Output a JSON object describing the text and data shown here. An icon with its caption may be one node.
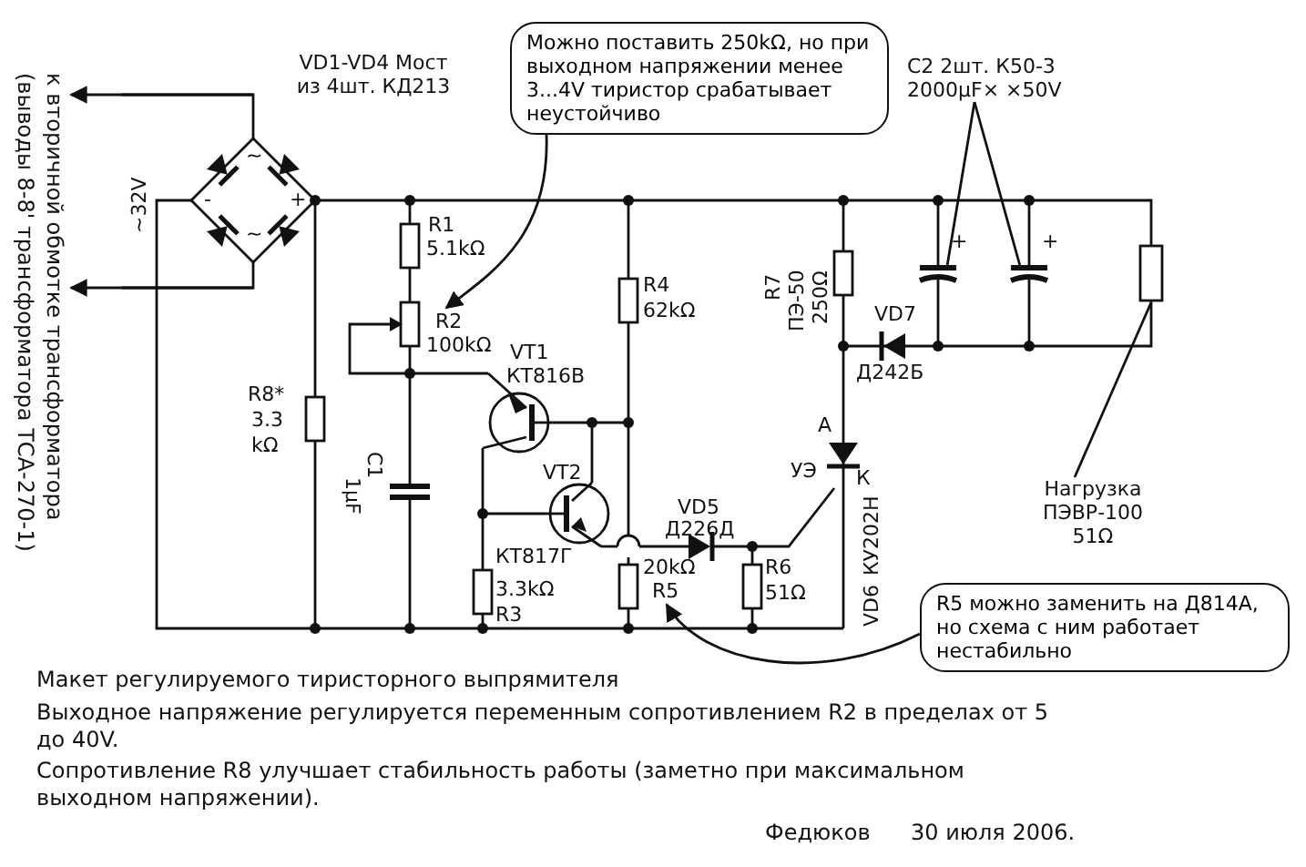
{
  "diagram": {
    "title": "Макет регулируемого тиристорного выпрямителя",
    "nodes": [
      {
        "text": [
          "к вторичной обмотке трансформатора (выводы 8-8' трансформатора ТСА-270-1)"
        ]
      },
      {
        "text": [
          "Можно поставить 250kΩ, но при выходном напряжении менее 3...4V тиристор срабатывает неустойчиво"
        ]
      },
      {
        "text": [
          "C2 2шт. К50-3 2000μF× ×50V"
        ]
      },
      {
        "text": [
          "Нагрузка ПЭВР-100 51Ω"
        ]
      },
      {
        "text": [
          "R5 можно заменить на Д814А, но схема с ним работает нестабильно"
        ]
      },
      {
        "text": [
          "R2"
        ]
      },
      {
        "text": [
          "R5"
        ]
      }
    ],
    "edges": [
      {
        "from": null,
        "to": 0,
        "arrow": "to"
      },
      {
        "from": null,
        "to": 0,
        "arrow": "to"
      },
      {
        "from": 1,
        "to": 5,
        "arrow": "to"
      },
      {
        "from": 2,
        "to": null,
        "arrow": "none"
      },
      {
        "from": 2,
        "to": null,
        "arrow": "none"
      },
      {
        "from": 3,
        "to": null,
        "arrow": "none"
      },
      {
        "from": 4,
        "to": 6,
        "arrow": "to"
      }
    ],
    "labels": [
      "VD1-VD4 Мост из 4шт. КД213",
      "~32V",
      "~",
      "-",
      "+",
      "~",
      "R1",
      "5.1kΩ",
      "100kΩ",
      "VT1",
      "КТ816В",
      "VT2",
      "КТ817Г",
      "R3",
      "3.3kΩ",
      "20kΩ",
      "R4",
      "62kΩ",
      "R6",
      "51Ω",
      "VD5",
      "Д226Д",
      "R7",
      "ПЭ-50",
      "250Ω",
      "VD7",
      "Д242Б",
      "А",
      "УЭ",
      "К",
      "VD6",
      "КУ202Н",
      "+",
      "+",
      "R8*",
      "3.3",
      "kΩ",
      "C1",
      "1μF",
      "Выходное напряжение регулируется переменным сопротивлением R2 в пределах от 5 до 40V.",
      "Сопротивление R8 улучшает стабильность работы (заметно при максимальном выходном напряжении).",
      "Федюков",
      "30 июля 2006."
    ]
  }
}
